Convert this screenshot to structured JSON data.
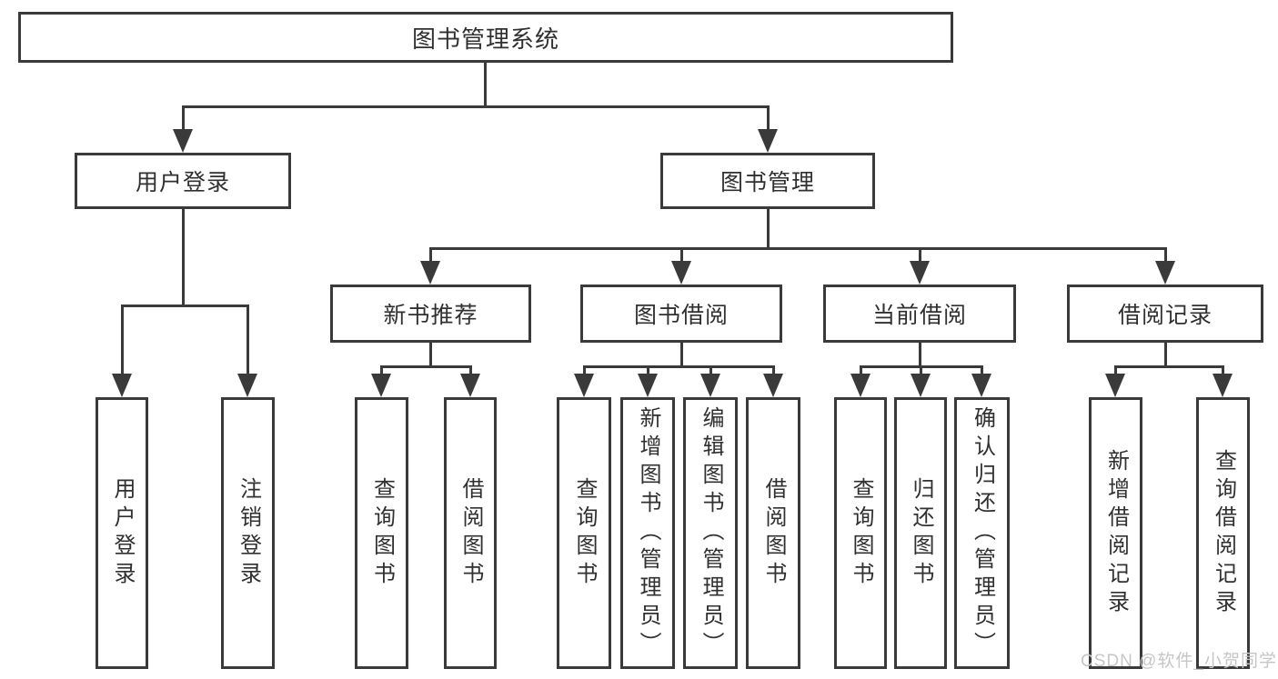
{
  "diagram": {
    "root": {
      "label": "图书管理系统"
    },
    "branches": [
      {
        "label": "用户登录",
        "children": [
          "用户登录",
          "注销登录"
        ]
      },
      {
        "label": "图书管理",
        "sections": [
          {
            "label": "新书推荐",
            "children": [
              "查询图书",
              "借阅图书"
            ]
          },
          {
            "label": "图书借阅",
            "children": [
              "查询图书",
              "新增图书（管理员）",
              "编辑图书（管理员）",
              "借阅图书"
            ]
          },
          {
            "label": "当前借阅",
            "children": [
              "查询图书",
              "归还图书",
              "确认归还（管理员）"
            ]
          },
          {
            "label": "借阅记录",
            "children": [
              "新增借阅记录",
              "查询借阅记录"
            ]
          }
        ]
      }
    ]
  },
  "watermark": {
    "text": "CSDN @软件_小贺同学"
  },
  "colors": {
    "line": "#3a3a3a",
    "box_border": "#3a3a3a",
    "text": "#303030",
    "watermark": "#c6c6c6",
    "background": "#ffffff"
  }
}
